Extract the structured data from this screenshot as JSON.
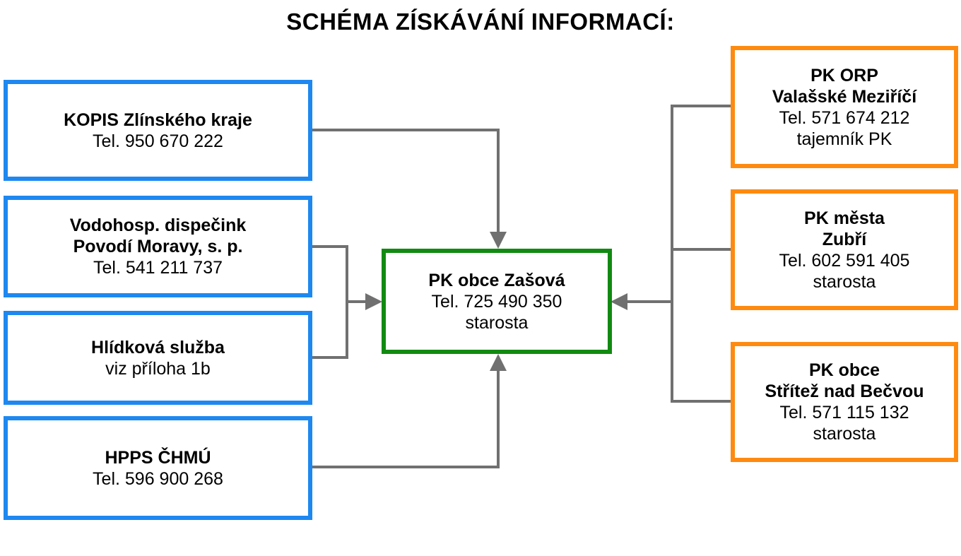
{
  "title": "SCHÉMA ZÍSKÁVÁNÍ INFORMACÍ:",
  "colors": {
    "blue": "#1e88f0",
    "orange": "#ff8a10",
    "green": "#118a11",
    "connector": "#707070"
  },
  "sources_left": [
    {
      "lines": [
        "KOPIS Zlínského kraje"
      ],
      "sub": [
        "Tel. 950 670 222"
      ]
    },
    {
      "lines": [
        "Vodohosp. dispečink",
        "Povodí Moravy, s. p."
      ],
      "sub": [
        "Tel. 541 211 737"
      ]
    },
    {
      "lines": [
        "Hlídková služba"
      ],
      "sub": [
        "viz příloha 1b"
      ]
    },
    {
      "lines": [
        "HPPS ČHMÚ"
      ],
      "sub": [
        "Tel. 596 900 268"
      ]
    }
  ],
  "center": {
    "lines": [
      "PK obce Zašová"
    ],
    "sub": [
      "Tel. 725 490 350",
      "starosta"
    ]
  },
  "sources_right": [
    {
      "lines": [
        "PK ORP",
        "Valašské Meziříčí"
      ],
      "sub": [
        "Tel. 571 674 212",
        "tajemník PK"
      ]
    },
    {
      "lines": [
        "PK města",
        "Zubří"
      ],
      "sub": [
        "Tel. 602 591 405",
        "starosta"
      ]
    },
    {
      "lines": [
        "PK obce",
        "Střítež nad Bečvou"
      ],
      "sub": [
        "Tel. 571 115 132",
        "starosta"
      ]
    }
  ]
}
